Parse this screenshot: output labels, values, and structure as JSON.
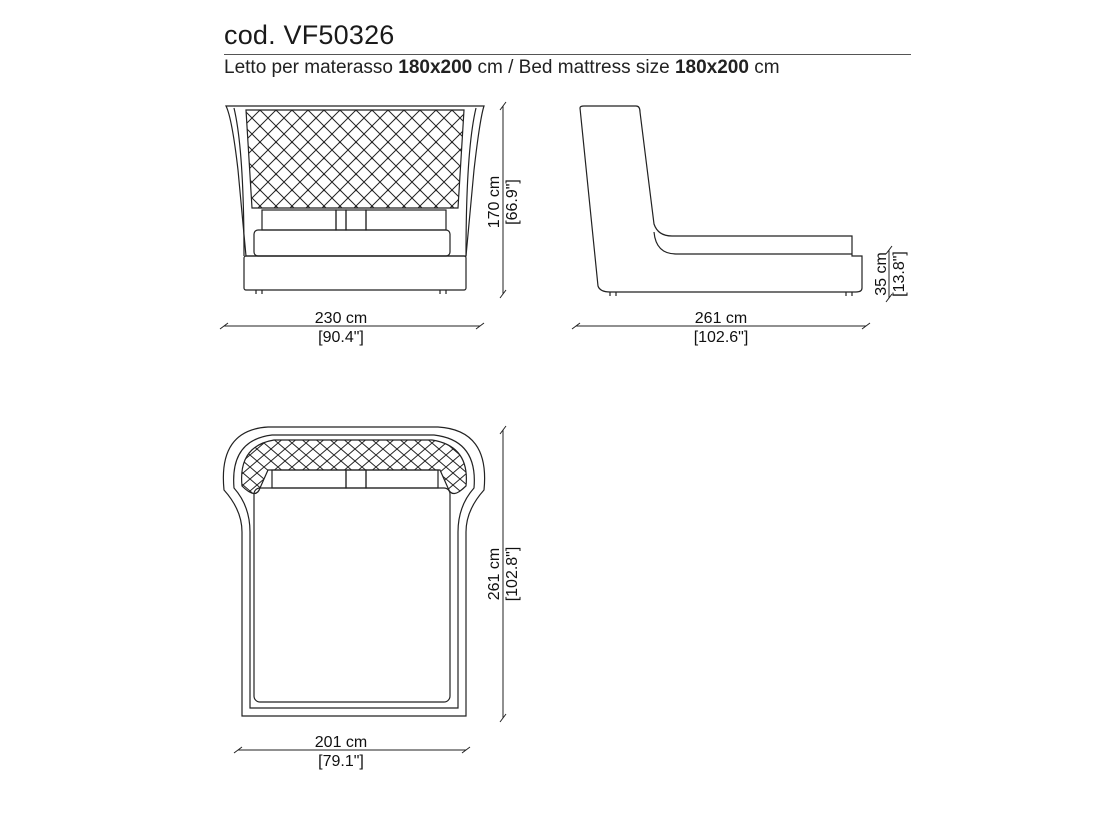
{
  "header": {
    "code": "cod. VF50326",
    "subtitle_it": "Letto per materasso ",
    "size_it": "180x200",
    "unit_it": " cm / Bed mattress size ",
    "size_en": "180x200",
    "unit_en": " cm"
  },
  "front_view": {
    "width_cm": "230 cm",
    "width_in": "[90.4\"]",
    "height_cm": "170 cm",
    "height_in": "[66.9\"]"
  },
  "side_view": {
    "length_cm": "261 cm",
    "length_in": "[102.6\"]",
    "height_cm": "35 cm",
    "height_in": "[13.8\"]"
  },
  "top_view": {
    "width_cm": "201 cm",
    "width_in": "[79.1\"]",
    "length_cm": "261 cm",
    "length_in": "[102.8\"]"
  }
}
